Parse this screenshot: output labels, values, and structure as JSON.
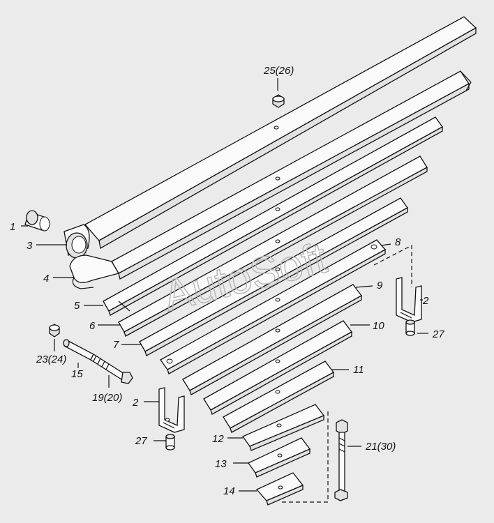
{
  "watermark": "AutoSoft",
  "labels": {
    "p1": "1",
    "p3": "3",
    "p4": "4",
    "p5": "5",
    "p6": "6",
    "p7": "7",
    "p8": "8",
    "p9": "9",
    "p10": "10",
    "p11": "11",
    "p12": "12",
    "p13": "13",
    "p14": "14",
    "p15": "15",
    "p2_right": "2",
    "p2_left": "2",
    "p27_right": "27",
    "p27_left": "27",
    "p19_20": "19(20)",
    "p21_30": "21(30)",
    "p23_24": "23(24)",
    "p25_26": "25(26)"
  },
  "colors": {
    "background": "#ebebeb",
    "line": "#111111",
    "watermark": "#b5b5b5"
  }
}
